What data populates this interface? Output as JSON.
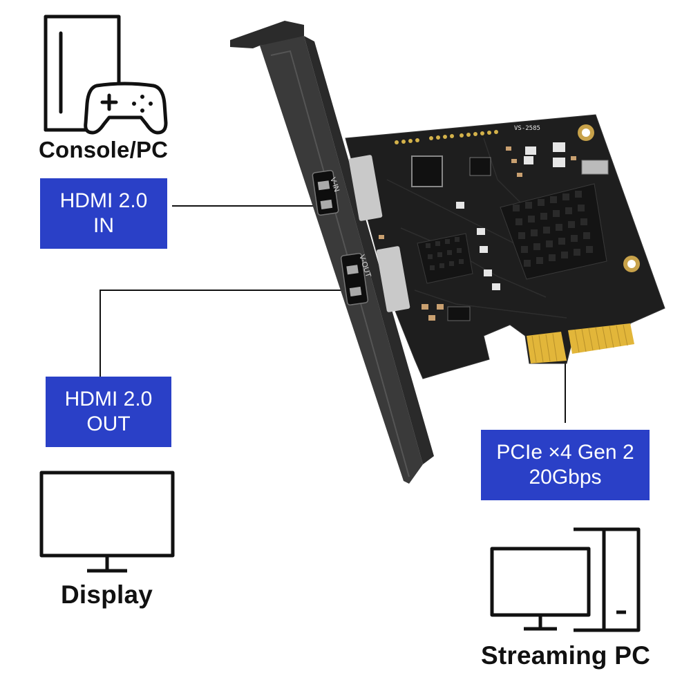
{
  "devices": {
    "console_pc": {
      "caption": "Console/PC",
      "icon": "console-pc-icon"
    },
    "display": {
      "caption": "Display",
      "icon": "monitor-icon"
    },
    "streaming_pc": {
      "caption": "Streaming PC",
      "icon": "desktop-pc-icon"
    }
  },
  "labels": {
    "hdmi_in": {
      "line1": "HDMI 2.0",
      "line2": "IN"
    },
    "hdmi_out": {
      "line1": "HDMI 2.0",
      "line2": "OUT"
    },
    "pcie": {
      "line1": "PCIe ×4 Gen 2",
      "line2": "20Gbps"
    }
  },
  "card": {
    "model": "VS-2585",
    "port_in_label": "V-IN",
    "port_out_label": "V-OUT"
  },
  "colors": {
    "label_bg": "#2a40c7",
    "label_text": "#ffffff",
    "pcb": "#1e1e1e",
    "bracket": "#3a3a3a",
    "gold_contacts": "#e2b63a"
  }
}
